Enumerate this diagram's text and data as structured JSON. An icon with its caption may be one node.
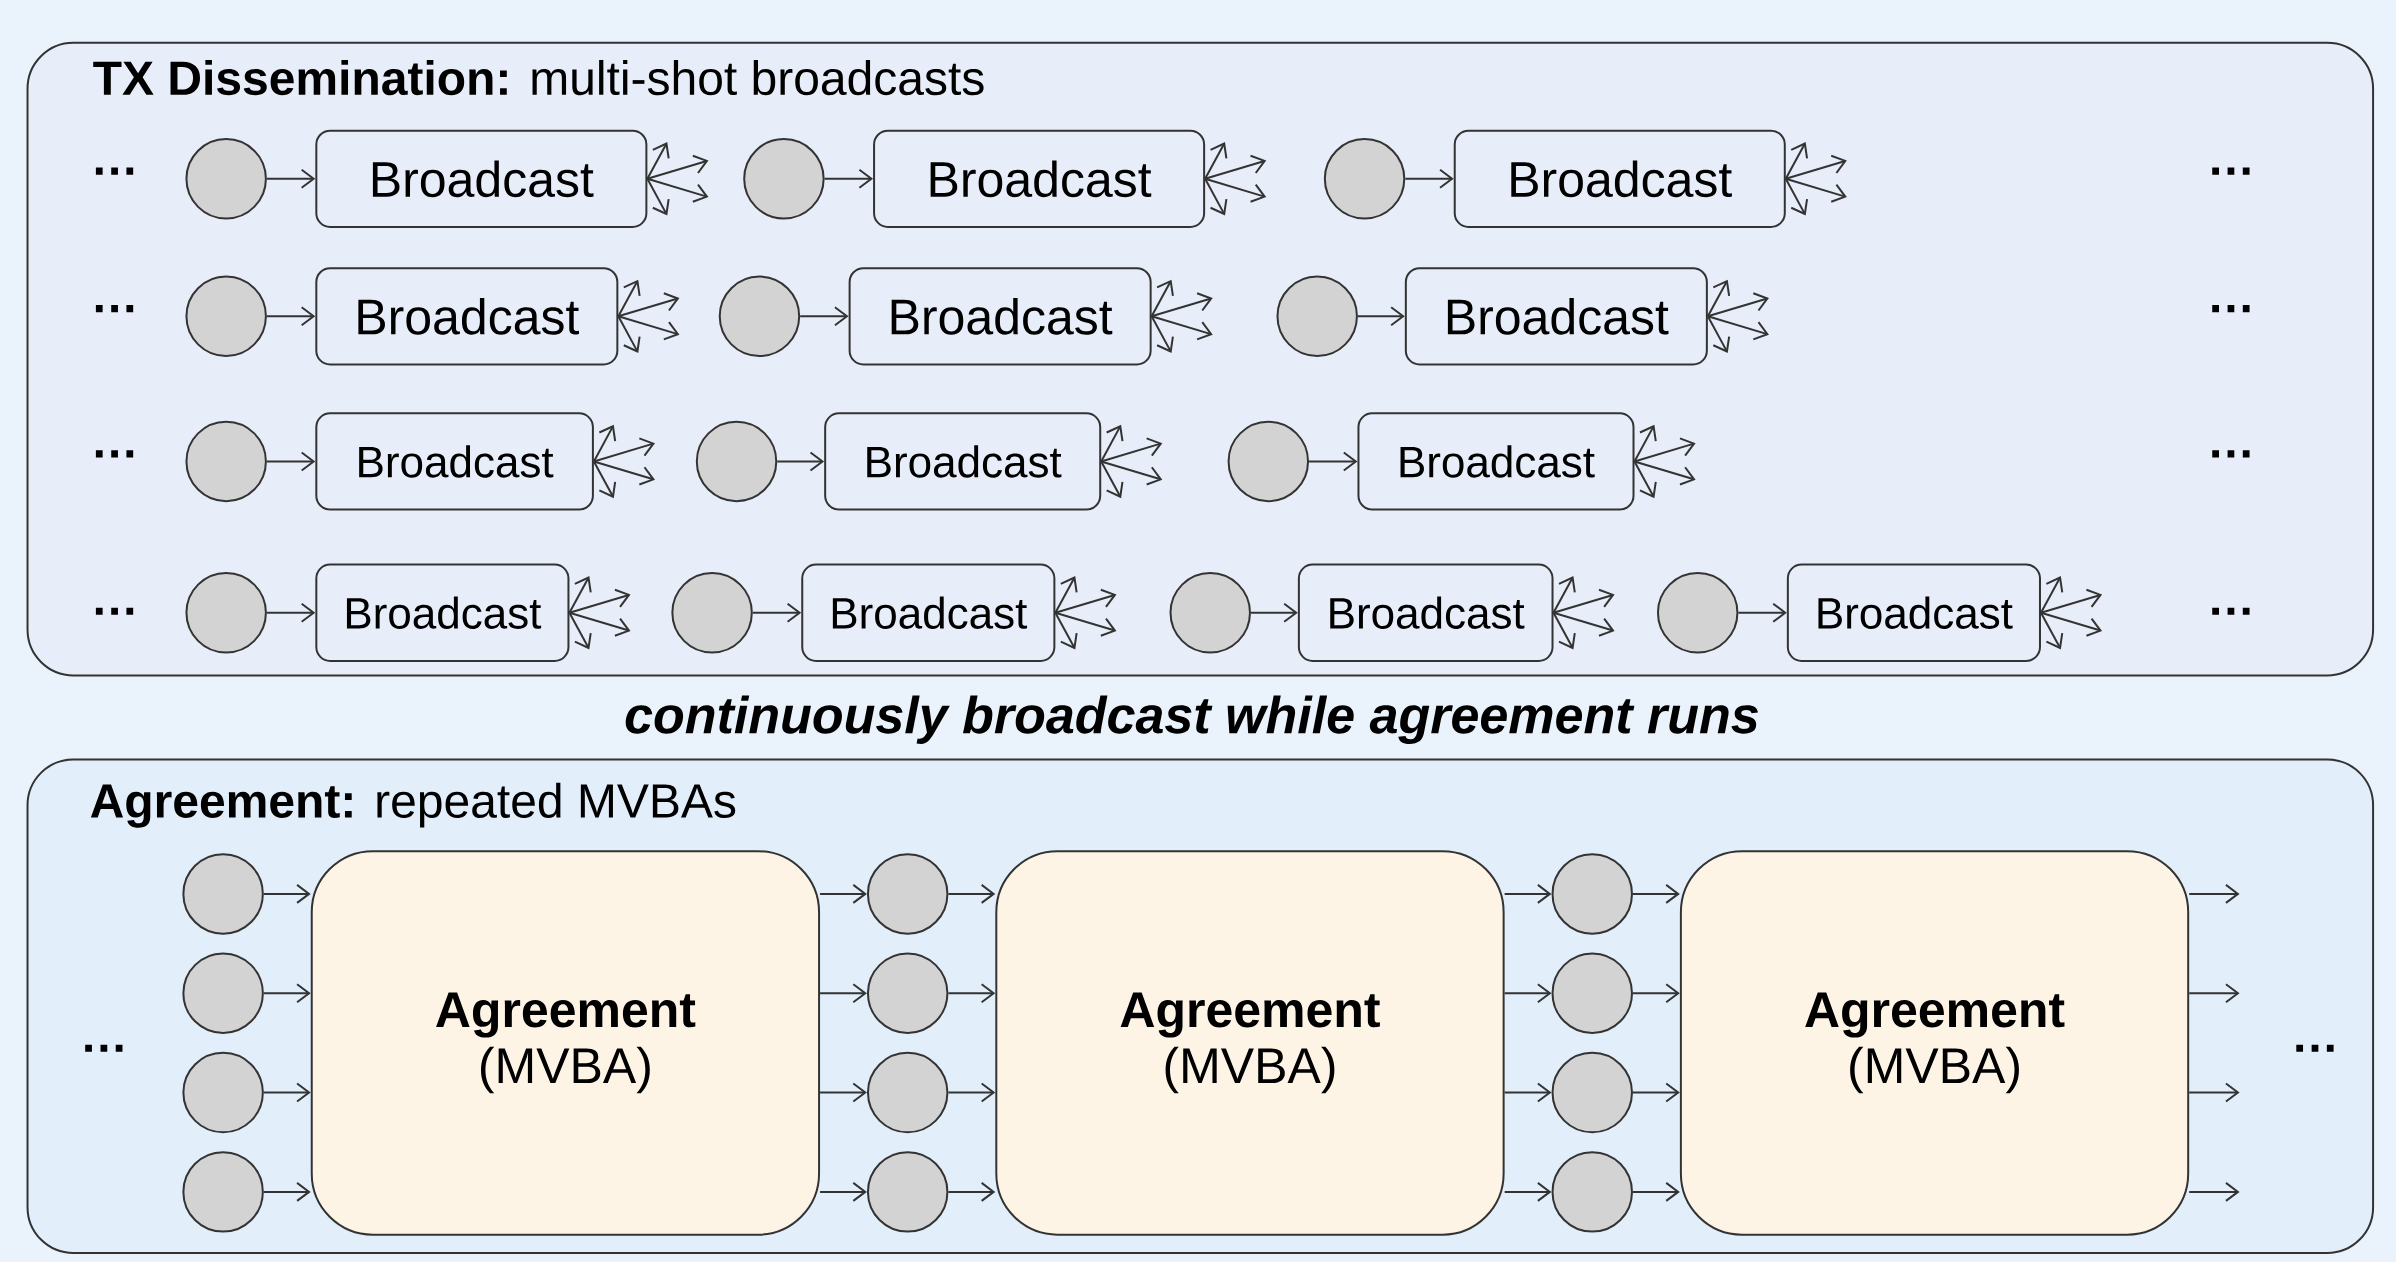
{
  "diagram": {
    "nodes": [
      {
        "text": [
          "**TX Dissemination:** multi-shot broadcasts"
        ]
      },
      {
        "text": [],
        "shape": "circle",
        "in": 0
      },
      {
        "text": [
          "Broadcast"
        ],
        "in": 0
      },
      {
        "text": [],
        "shape": "circle",
        "in": 0
      },
      {
        "text": [
          "Broadcast"
        ],
        "in": 0
      },
      {
        "text": [],
        "shape": "circle",
        "in": 0
      },
      {
        "text": [
          "Broadcast"
        ],
        "in": 0
      },
      {
        "text": [],
        "shape": "circle",
        "in": 0
      },
      {
        "text": [
          "Broadcast"
        ],
        "in": 0
      },
      {
        "text": [],
        "shape": "circle",
        "in": 0
      },
      {
        "text": [
          "Broadcast"
        ],
        "in": 0
      },
      {
        "text": [],
        "shape": "circle",
        "in": 0
      },
      {
        "text": [
          "Broadcast"
        ],
        "in": 0
      },
      {
        "text": [],
        "shape": "circle",
        "in": 0
      },
      {
        "text": [
          "Broadcast"
        ],
        "in": 0
      },
      {
        "text": [],
        "shape": "circle",
        "in": 0
      },
      {
        "text": [
          "Broadcast"
        ],
        "in": 0
      },
      {
        "text": [],
        "shape": "circle",
        "in": 0
      },
      {
        "text": [
          "Broadcast"
        ],
        "in": 0
      },
      {
        "text": [],
        "shape": "circle",
        "in": 0
      },
      {
        "text": [
          "Broadcast"
        ],
        "in": 0
      },
      {
        "text": [],
        "shape": "circle",
        "in": 0
      },
      {
        "text": [
          "Broadcast"
        ],
        "in": 0
      },
      {
        "text": [],
        "shape": "circle",
        "in": 0
      },
      {
        "text": [
          "Broadcast"
        ],
        "in": 0
      },
      {
        "text": [],
        "shape": "circle",
        "in": 0
      },
      {
        "text": [
          "Broadcast"
        ],
        "in": 0
      },
      {
        "text": [
          "**Agreement:** repeated MVBAs"
        ]
      },
      {
        "text": [],
        "shape": "circle",
        "in": 27
      },
      {
        "text": [],
        "shape": "circle",
        "in": 27
      },
      {
        "text": [],
        "shape": "circle",
        "in": 27
      },
      {
        "text": [],
        "shape": "circle",
        "in": 27
      },
      {
        "text": [
          "Agreement",
          "(MVBA)"
        ],
        "in": 27
      },
      {
        "text": [],
        "shape": "circle",
        "in": 27
      },
      {
        "text": [],
        "shape": "circle",
        "in": 27
      },
      {
        "text": [],
        "shape": "circle",
        "in": 27
      },
      {
        "text": [],
        "shape": "circle",
        "in": 27
      },
      {
        "text": [
          "Agreement",
          "(MVBA)"
        ],
        "in": 27
      },
      {
        "text": [],
        "shape": "circle",
        "in": 27
      },
      {
        "text": [],
        "shape": "circle",
        "in": 27
      },
      {
        "text": [],
        "shape": "circle",
        "in": 27
      },
      {
        "text": [],
        "shape": "circle",
        "in": 27
      },
      {
        "text": [
          "Agreement",
          "(MVBA)"
        ],
        "in": 27
      }
    ],
    "edges": [
      {
        "from": 1,
        "to": 2,
        "arrow": "to"
      },
      {
        "from": 2,
        "to": null,
        "arrow": "to"
      },
      {
        "from": 2,
        "to": null,
        "arrow": "to"
      },
      {
        "from": 2,
        "to": null,
        "arrow": "to"
      },
      {
        "from": 2,
        "to": null,
        "arrow": "to"
      },
      {
        "from": 3,
        "to": 4,
        "arrow": "to"
      },
      {
        "from": 4,
        "to": null,
        "arrow": "to"
      },
      {
        "from": 4,
        "to": null,
        "arrow": "to"
      },
      {
        "from": 4,
        "to": null,
        "arrow": "to"
      },
      {
        "from": 4,
        "to": null,
        "arrow": "to"
      },
      {
        "from": 5,
        "to": 6,
        "arrow": "to"
      },
      {
        "from": 6,
        "to": null,
        "arrow": "to"
      },
      {
        "from": 6,
        "to": null,
        "arrow": "to"
      },
      {
        "from": 6,
        "to": null,
        "arrow": "to"
      },
      {
        "from": 6,
        "to": null,
        "arrow": "to"
      },
      {
        "from": 7,
        "to": 8,
        "arrow": "to"
      },
      {
        "from": 8,
        "to": null,
        "arrow": "to"
      },
      {
        "from": 8,
        "to": null,
        "arrow": "to"
      },
      {
        "from": 8,
        "to": null,
        "arrow": "to"
      },
      {
        "from": 8,
        "to": null,
        "arrow": "to"
      },
      {
        "from": 9,
        "to": 10,
        "arrow": "to"
      },
      {
        "from": 10,
        "to": null,
        "arrow": "to"
      },
      {
        "from": 10,
        "to": null,
        "arrow": "to"
      },
      {
        "from": 10,
        "to": null,
        "arrow": "to"
      },
      {
        "from": 10,
        "to": null,
        "arrow": "to"
      },
      {
        "from": 11,
        "to": 12,
        "arrow": "to"
      },
      {
        "from": 12,
        "to": null,
        "arrow": "to"
      },
      {
        "from": 12,
        "to": null,
        "arrow": "to"
      },
      {
        "from": 12,
        "to": null,
        "arrow": "to"
      },
      {
        "from": 12,
        "to": null,
        "arrow": "to"
      },
      {
        "from": 13,
        "to": 14,
        "arrow": "to"
      },
      {
        "from": 14,
        "to": null,
        "arrow": "to"
      },
      {
        "from": 14,
        "to": null,
        "arrow": "to"
      },
      {
        "from": 14,
        "to": null,
        "arrow": "to"
      },
      {
        "from": 14,
        "to": null,
        "arrow": "to"
      },
      {
        "from": 15,
        "to": 16,
        "arrow": "to"
      },
      {
        "from": 16,
        "to": null,
        "arrow": "to"
      },
      {
        "from": 16,
        "to": null,
        "arrow": "to"
      },
      {
        "from": 16,
        "to": null,
        "arrow": "to"
      },
      {
        "from": 16,
        "to": null,
        "arrow": "to"
      },
      {
        "from": 17,
        "to": 18,
        "arrow": "to"
      },
      {
        "from": 18,
        "to": null,
        "arrow": "to"
      },
      {
        "from": 18,
        "to": null,
        "arrow": "to"
      },
      {
        "from": 18,
        "to": null,
        "arrow": "to"
      },
      {
        "from": 18,
        "to": null,
        "arrow": "to"
      },
      {
        "from": 19,
        "to": 20,
        "arrow": "to"
      },
      {
        "from": 20,
        "to": null,
        "arrow": "to"
      },
      {
        "from": 20,
        "to": null,
        "arrow": "to"
      },
      {
        "from": 20,
        "to": null,
        "arrow": "to"
      },
      {
        "from": 20,
        "to": null,
        "arrow": "to"
      },
      {
        "from": 21,
        "to": 22,
        "arrow": "to"
      },
      {
        "from": 22,
        "to": null,
        "arrow": "to"
      },
      {
        "from": 22,
        "to": null,
        "arrow": "to"
      },
      {
        "from": 22,
        "to": null,
        "arrow": "to"
      },
      {
        "from": 22,
        "to": null,
        "arrow": "to"
      },
      {
        "from": 23,
        "to": 24,
        "arrow": "to"
      },
      {
        "from": 24,
        "to": null,
        "arrow": "to"
      },
      {
        "from": 24,
        "to": null,
        "arrow": "to"
      },
      {
        "from": 24,
        "to": null,
        "arrow": "to"
      },
      {
        "from": 24,
        "to": null,
        "arrow": "to"
      },
      {
        "from": 25,
        "to": 26,
        "arrow": "to"
      },
      {
        "from": 26,
        "to": null,
        "arrow": "to"
      },
      {
        "from": 26,
        "to": null,
        "arrow": "to"
      },
      {
        "from": 26,
        "to": null,
        "arrow": "to"
      },
      {
        "from": 26,
        "to": null,
        "arrow": "to"
      },
      {
        "from": 28,
        "to": 32,
        "arrow": "to"
      },
      {
        "from": 29,
        "to": 32,
        "arrow": "to"
      },
      {
        "from": 30,
        "to": 32,
        "arrow": "to"
      },
      {
        "from": 31,
        "to": 32,
        "arrow": "to"
      },
      {
        "from": 32,
        "to": 33,
        "arrow": "to"
      },
      {
        "from": 32,
        "to": 34,
        "arrow": "to"
      },
      {
        "from": 32,
        "to": 35,
        "arrow": "to"
      },
      {
        "from": 32,
        "to": 36,
        "arrow": "to"
      },
      {
        "from": 33,
        "to": 37,
        "arrow": "to"
      },
      {
        "from": 34,
        "to": 37,
        "arrow": "to"
      },
      {
        "from": 35,
        "to": 37,
        "arrow": "to"
      },
      {
        "from": 36,
        "to": 37,
        "arrow": "to"
      },
      {
        "from": 37,
        "to": 38,
        "arrow": "to"
      },
      {
        "from": 37,
        "to": 39,
        "arrow": "to"
      },
      {
        "from": 37,
        "to": 40,
        "arrow": "to"
      },
      {
        "from": 37,
        "to": 41,
        "arrow": "to"
      },
      {
        "from": 38,
        "to": 42,
        "arrow": "to"
      },
      {
        "from": 39,
        "to": 42,
        "arrow": "to"
      },
      {
        "from": 40,
        "to": 42,
        "arrow": "to"
      },
      {
        "from": 41,
        "to": 42,
        "arrow": "to"
      },
      {
        "from": 42,
        "to": null,
        "arrow": "to"
      },
      {
        "from": 42,
        "to": null,
        "arrow": "to"
      },
      {
        "from": 42,
        "to": null,
        "arrow": "to"
      },
      {
        "from": 42,
        "to": null,
        "arrow": "to"
      }
    ],
    "labels": [
      "…",
      "…",
      "…",
      "…",
      "…",
      "…",
      "…",
      "…",
      "continuously broadcast while agreement runs",
      "…",
      "…"
    ]
  }
}
